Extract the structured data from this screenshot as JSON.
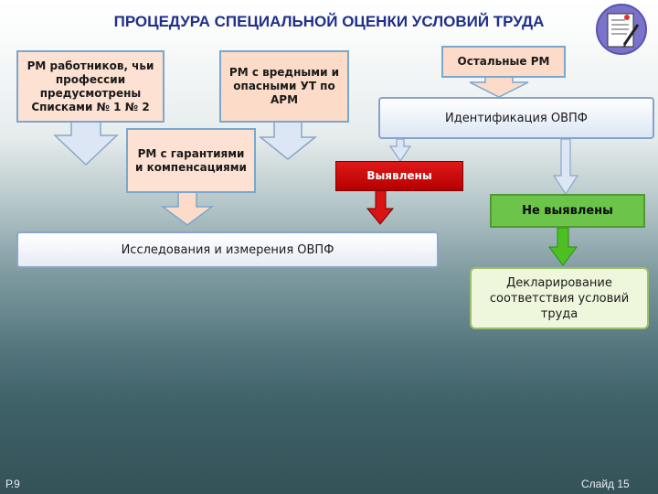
{
  "title": "ПРОЦЕДУРА СПЕЦИАЛЬНОЙ ОЦЕНКИ УСЛОВИЙ ТРУДА",
  "boxes": {
    "workers_lists": "РМ работников, чьи профессии предусмотрены Списками № 1 № 2",
    "harmful": "РМ с вредными и опасными УТ по АРМ",
    "guarantees": "РМ с гарантиями и компенсациями",
    "other": "Остальные РМ",
    "identification": "Идентификация ОВПФ",
    "found": "Выявлены",
    "not_found": "Не выявлены",
    "research": "Исследования и измерения ОВПФ",
    "declaration": "Декларирование соответствия условий труда"
  },
  "footer": {
    "left": "Р.9",
    "right": "Слайд 15"
  },
  "colors": {
    "title": "#1f2f8a",
    "found_box": "#cc0a0a",
    "not_found_box": "#6cc54a",
    "arrow_light": "#dde6f4",
    "arrow_peach": "#fcdcc8",
    "arrow_red": "#d91414",
    "arrow_green": "#4cc023"
  },
  "icons": [
    "document-pen-icon"
  ]
}
